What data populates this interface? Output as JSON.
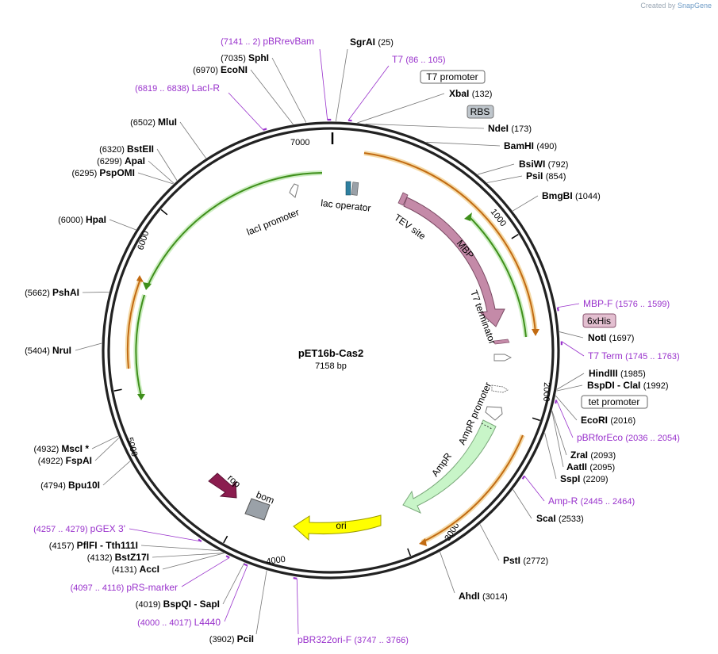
{
  "credit": {
    "prefix": "Created by",
    "brand": "SnapGene"
  },
  "plasmid": {
    "name": "pET16b-Cas2",
    "length_label": "7158 bp",
    "length": 7158
  },
  "ruler_ticks": [
    {
      "pos": 0,
      "label": "7000"
    },
    {
      "pos": 1158,
      "label": "1000"
    },
    {
      "pos": 2158,
      "label": "2000"
    },
    {
      "pos": 3158,
      "label": "3000"
    },
    {
      "pos": 4158,
      "label": "4000"
    },
    {
      "pos": 5158,
      "label": "5000"
    },
    {
      "pos": 6158,
      "label": "6000"
    }
  ],
  "sites": [
    {
      "name": "SgrAI",
      "pos": "(25)",
      "coord": 25,
      "side": "right"
    },
    {
      "name": "XbaI",
      "pos": "(132)",
      "coord": 132,
      "side": "right"
    },
    {
      "name": "NdeI",
      "pos": "(173)",
      "coord": 173,
      "side": "right"
    },
    {
      "name": "BamHI",
      "pos": "(490)",
      "coord": 490,
      "side": "right"
    },
    {
      "name": "BsiWI",
      "pos": "(792)",
      "coord": 792,
      "side": "right"
    },
    {
      "name": "PsiI",
      "pos": "(854)",
      "coord": 854,
      "side": "right"
    },
    {
      "name": "BmgBI",
      "pos": "(1044)",
      "coord": 1044,
      "side": "right"
    },
    {
      "name": "NotI",
      "pos": "(1697)",
      "coord": 1697,
      "side": "right"
    },
    {
      "name": "HindIII",
      "pos": "(1985)",
      "coord": 1985,
      "side": "right"
    },
    {
      "name": "BspDI  -  ClaI",
      "pos": "(1992)",
      "coord": 1992,
      "side": "right"
    },
    {
      "name": "EcoRI",
      "pos": "(2016)",
      "coord": 2016,
      "side": "right"
    },
    {
      "name": "ZraI",
      "pos": "(2093)",
      "coord": 2093,
      "side": "right"
    },
    {
      "name": "AatII",
      "pos": "(2095)",
      "coord": 2095,
      "side": "right"
    },
    {
      "name": "SspI",
      "pos": "(2209)",
      "coord": 2209,
      "side": "right"
    },
    {
      "name": "ScaI",
      "pos": "(2533)",
      "coord": 2533,
      "side": "right"
    },
    {
      "name": "PstI",
      "pos": "(2772)",
      "coord": 2772,
      "side": "right"
    },
    {
      "name": "AhdI",
      "pos": "(3014)",
      "coord": 3014,
      "side": "right"
    },
    {
      "name": "PciI",
      "pos": "(3902)",
      "coord": 3902,
      "side": "left"
    },
    {
      "name": "BspQI  -  SapI",
      "pos": "(4019)",
      "coord": 4019,
      "side": "left"
    },
    {
      "name": "AccI",
      "pos": "(4131)",
      "coord": 4131,
      "side": "left"
    },
    {
      "name": "BstZ17I",
      "pos": "(4132)",
      "coord": 4132,
      "side": "left"
    },
    {
      "name": "PflFI  -  Tth111I",
      "pos": "(4157)",
      "coord": 4157,
      "side": "left"
    },
    {
      "name": "Bpu10I",
      "pos": "(4794)",
      "coord": 4794,
      "side": "left"
    },
    {
      "name": "FspAI",
      "pos": "(4922)",
      "coord": 4922,
      "side": "left"
    },
    {
      "name": "MscI *",
      "pos": "(4932)",
      "coord": 4932,
      "side": "left"
    },
    {
      "name": "NruI",
      "pos": "(5404)",
      "coord": 5404,
      "side": "left"
    },
    {
      "name": "PshAI",
      "pos": "(5662)",
      "coord": 5662,
      "side": "left"
    },
    {
      "name": "HpaI",
      "pos": "(6000)",
      "coord": 6000,
      "side": "left"
    },
    {
      "name": "PspOMI",
      "pos": "(6295)",
      "coord": 6295,
      "side": "left"
    },
    {
      "name": "ApaI",
      "pos": "(6299)",
      "coord": 6299,
      "side": "left"
    },
    {
      "name": "BstEII",
      "pos": "(6320)",
      "coord": 6320,
      "side": "left"
    },
    {
      "name": "MluI",
      "pos": "(6502)",
      "coord": 6502,
      "side": "left"
    },
    {
      "name": "EcoNI",
      "pos": "(6970)",
      "coord": 6970,
      "side": "left"
    },
    {
      "name": "SphI",
      "pos": "(7035)",
      "coord": 7035,
      "side": "left"
    }
  ],
  "primers": [
    {
      "name": "pBRrevBam",
      "range": "(7141 .. 2)",
      "coord": 7141,
      "side": "left"
    },
    {
      "name": "T7",
      "range": "(86 .. 105)",
      "coord": 86,
      "side": "right"
    },
    {
      "name": "LacI-R",
      "range": "(6819 .. 6838)",
      "coord": 6819,
      "side": "left"
    },
    {
      "name": "MBP-F",
      "range": "(1576 .. 1599)",
      "coord": 1576,
      "side": "right"
    },
    {
      "name": "T7 Term",
      "range": "(1745 .. 1763)",
      "coord": 1745,
      "side": "right"
    },
    {
      "name": "pBRforEco",
      "range": "(2036 .. 2054)",
      "coord": 2036,
      "side": "right"
    },
    {
      "name": "Amp-R",
      "range": "(2445 .. 2464)",
      "coord": 2445,
      "side": "right"
    },
    {
      "name": "pBR322ori-F",
      "range": "(3747 .. 3766)",
      "coord": 3747,
      "side": "right"
    },
    {
      "name": "L4440",
      "range": "(4000 .. 4017)",
      "coord": 4000,
      "side": "left"
    },
    {
      "name": "pRS-marker",
      "range": "(4097 .. 4116)",
      "coord": 4097,
      "side": "left"
    },
    {
      "name": "pGEX 3'",
      "range": "(4257 .. 4279)",
      "coord": 4257,
      "side": "left"
    }
  ],
  "boxed_labels": [
    {
      "text": "T7 promoter",
      "style": "outline"
    },
    {
      "text": "RBS",
      "style": "gray"
    },
    {
      "text": "6xHis",
      "style": "pink"
    },
    {
      "text": "tet promoter",
      "style": "outline"
    }
  ],
  "feature_labels": [
    {
      "text": "lacI promoter"
    },
    {
      "text": "lac operator"
    },
    {
      "text": "TEV site"
    },
    {
      "text": "MBP"
    },
    {
      "text": "T7 terminator"
    },
    {
      "text": "AmpR promoter"
    },
    {
      "text": "AmpR"
    },
    {
      "text": "ori"
    },
    {
      "text": "bom"
    },
    {
      "text": "rop"
    }
  ],
  "colors": {
    "backbone": "#222222",
    "enzyme": "#000000",
    "primer": "#9932cc",
    "orf_green": "#3f8f1b",
    "orf_orange": "#c26b12",
    "mbp": "#c48aa8",
    "ampr": "#c8f5c8",
    "ori": "#ffff00",
    "rop": "#8b1d4f",
    "bom": "#9aa1a8",
    "leader_line": "#777777"
  }
}
